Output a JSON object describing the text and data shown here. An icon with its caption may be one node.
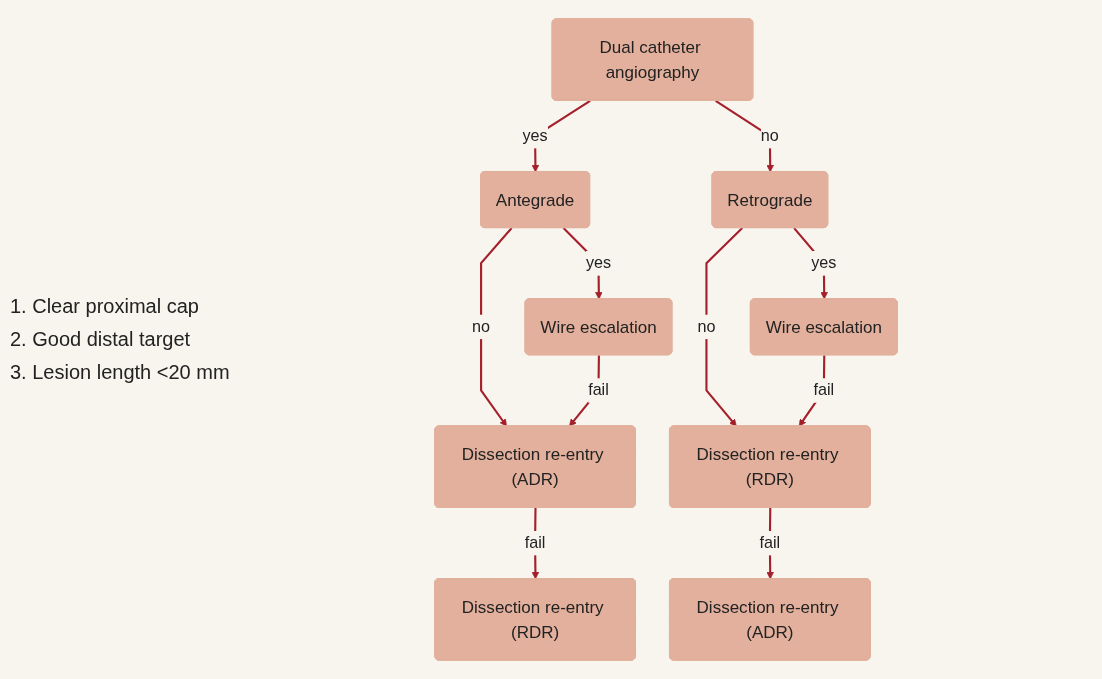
{
  "diagram": {
    "nodes": [
      {
        "text": [
          "Dual catheter angiography"
        ]
      },
      {
        "text": [
          "Antegrade"
        ]
      },
      {
        "text": [
          "Retrograde"
        ]
      },
      {
        "text": [
          "Wire escalation"
        ]
      },
      {
        "text": [
          "Dissection re-entry (ADR)"
        ]
      },
      {
        "text": [
          "Dissection re-entry (RDR)"
        ]
      },
      {
        "text": [
          "Wire escalation"
        ]
      },
      {
        "text": [
          "Dissection re-entry (RDR)"
        ]
      },
      {
        "text": [
          "Dissection re-entry (ADR)"
        ]
      }
    ],
    "edges": [
      {
        "from": 0,
        "to": 1,
        "arrow": "to",
        "label": "yes"
      },
      {
        "from": 0,
        "to": 2,
        "arrow": "to",
        "label": "no"
      },
      {
        "from": 1,
        "to": 3,
        "arrow": "to",
        "label": "yes"
      },
      {
        "from": 1,
        "to": 4,
        "arrow": "to",
        "label": "no"
      },
      {
        "from": 3,
        "to": 4,
        "arrow": "to",
        "label": "fail"
      },
      {
        "from": 4,
        "to": 5,
        "arrow": "to",
        "label": "fail"
      },
      {
        "from": 2,
        "to": 6,
        "arrow": "to",
        "label": "yes"
      },
      {
        "from": 2,
        "to": 7,
        "arrow": "to",
        "label": "no"
      },
      {
        "from": 6,
        "to": 7,
        "arrow": "to",
        "label": "fail"
      },
      {
        "from": 7,
        "to": 8,
        "arrow": "to",
        "label": "fail"
      }
    ],
    "labels": [
      "1. Clear proximal cap",
      "2. Good distal target",
      "3. Lesion length <20 mm"
    ]
  }
}
